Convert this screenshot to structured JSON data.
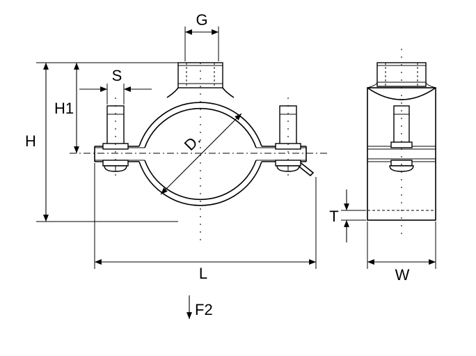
{
  "labels": {
    "G": "G",
    "S": "S",
    "H1": "H1",
    "H": "H",
    "D": "D.",
    "T": "T",
    "L": "L",
    "W": "W",
    "F2": "F2"
  },
  "colors": {
    "line": "#000000",
    "background": "#ffffff"
  }
}
